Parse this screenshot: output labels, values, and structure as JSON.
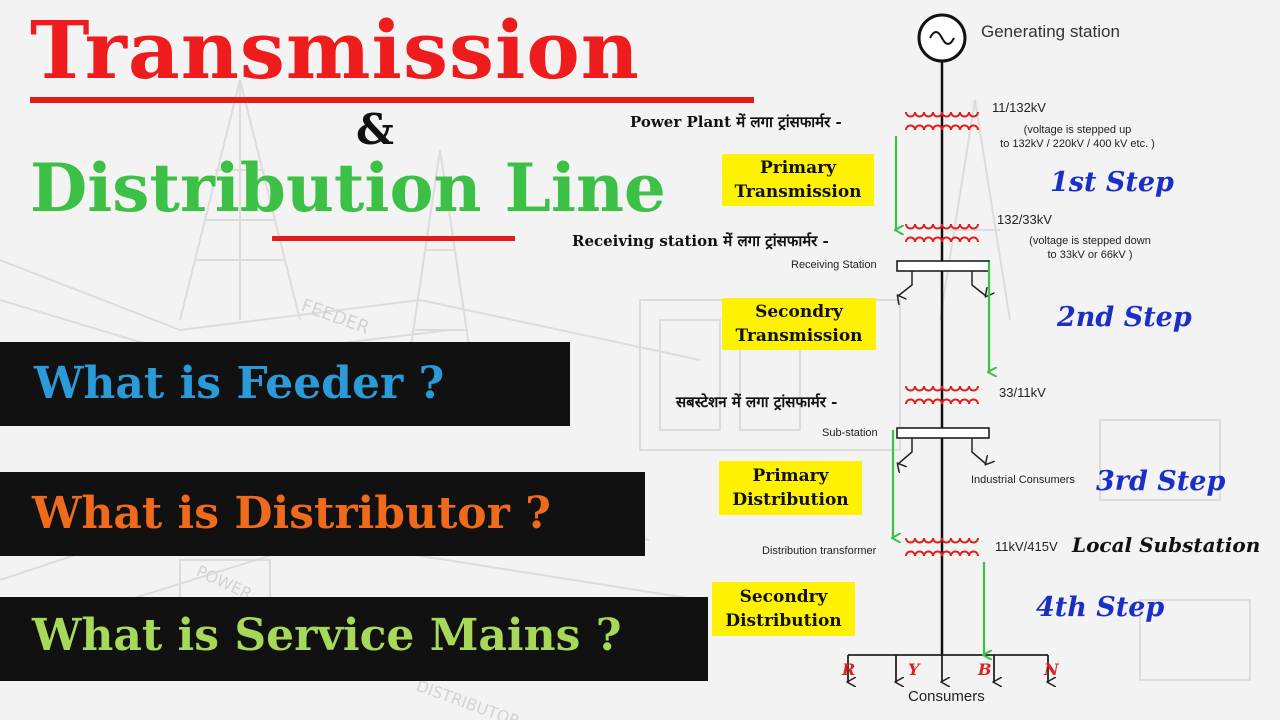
{
  "title": {
    "main": "Transmission",
    "amp": "&",
    "sub": "Distribution Line"
  },
  "questions": [
    {
      "text": "What is Feeder ?",
      "color": "#2a9bd8"
    },
    {
      "text": "What is Distributor ?",
      "color": "#f06a1c"
    },
    {
      "text": "What is Service Mains ?",
      "color": "#a7d85a"
    }
  ],
  "diagram": {
    "generating_station": "Generating station",
    "transformers": [
      {
        "hindi": "Power Plant में लगा ट्रांसफार्मर -",
        "rating": "11/132kV",
        "note_line1": "(voltage is stepped up",
        "note_line2": "to 132kV / 220kV / 400 kV etc. )"
      },
      {
        "hindi": "Receiving station में लगा ट्रांसफार्मर -",
        "rating": "132/33kV",
        "note_line1": "(voltage is stepped down",
        "note_line2": "to 33kV or 66kV )"
      },
      {
        "hindi": "सबस्टेशन  में लगा ट्रांसफार्मर -",
        "rating": "33/11kV"
      },
      {
        "label": "Distribution transformer",
        "rating": "11kV/415V"
      }
    ],
    "receiving_station": "Receiving Station",
    "sub_station": "Sub-station",
    "industrial_consumers": "Industrial Consumers",
    "local_substation": "Local Substation",
    "consumers": "Consumers",
    "phases": [
      "R",
      "Y",
      "B",
      "N"
    ],
    "boxes": [
      {
        "line1": "Primary",
        "line2": "Transmission"
      },
      {
        "line1": "Secondry",
        "line2": "Transmission"
      },
      {
        "line1": "Primary",
        "line2": "Distribution"
      },
      {
        "line1": "Secondry",
        "line2": "Distribution"
      }
    ],
    "steps": [
      "1st Step",
      "2nd Step",
      "3rd Step",
      "4th Step"
    ]
  },
  "background_words": [
    "FEEDER",
    "POWER",
    "DISTRIBUTOR"
  ],
  "colors": {
    "title_red": "#ee1c1c",
    "title_green": "#3cc045",
    "box_yellow": "#fff200",
    "step_blue": "#1b2fc7",
    "coil_red": "#e02020",
    "arrow_green": "#3cc045"
  }
}
